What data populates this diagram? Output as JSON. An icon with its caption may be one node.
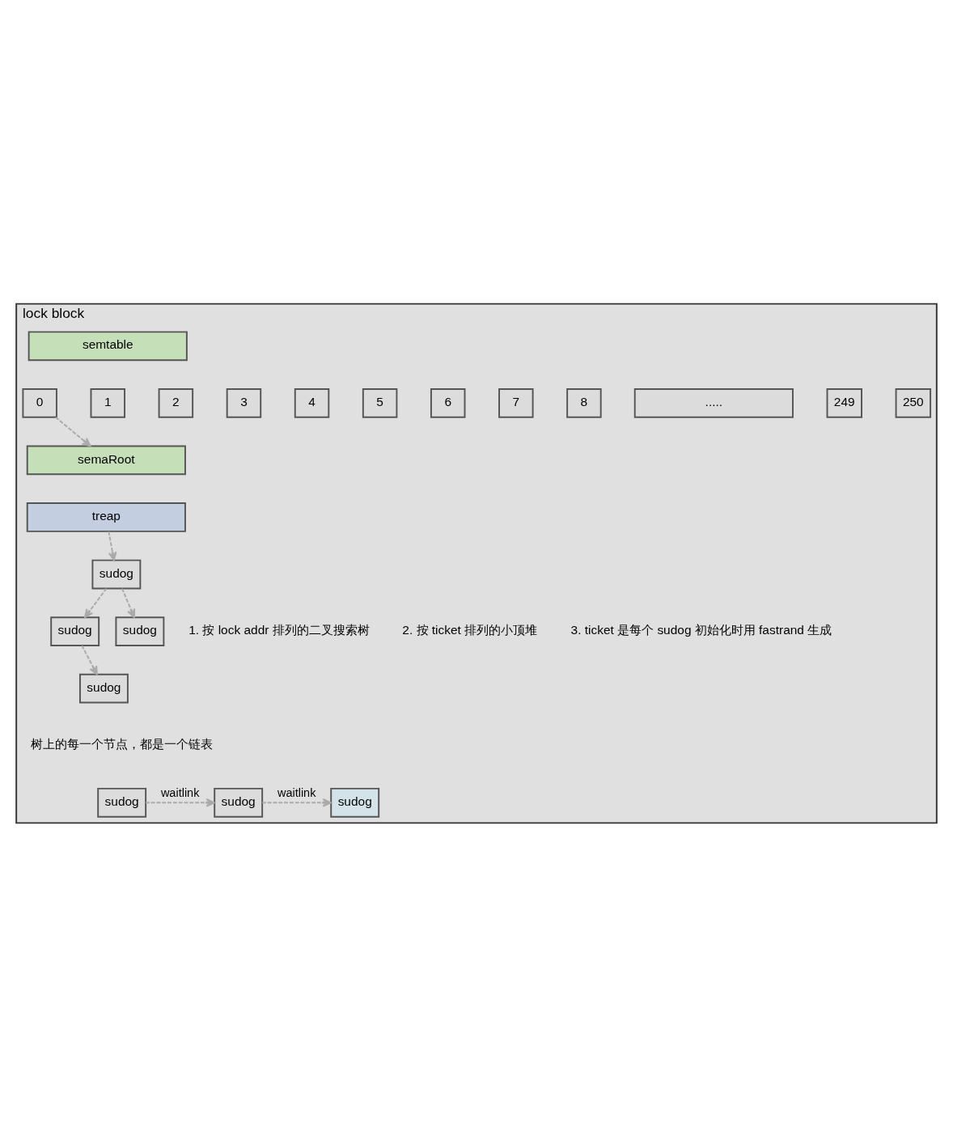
{
  "diagram": {
    "nodes": [
      {
        "text": [
          "lock block"
        ]
      },
      {
        "text": [
          "semtable"
        ],
        "in": 0
      },
      {
        "text": [
          "0"
        ],
        "in": 0
      },
      {
        "text": [
          "1"
        ],
        "in": 0
      },
      {
        "text": [
          "2"
        ],
        "in": 0
      },
      {
        "text": [
          "3"
        ],
        "in": 0
      },
      {
        "text": [
          "4"
        ],
        "in": 0
      },
      {
        "text": [
          "5"
        ],
        "in": 0
      },
      {
        "text": [
          "6"
        ],
        "in": 0
      },
      {
        "text": [
          "7"
        ],
        "in": 0
      },
      {
        "text": [
          "8"
        ],
        "in": 0
      },
      {
        "text": [
          "....."
        ],
        "in": 0
      },
      {
        "text": [
          "249"
        ],
        "in": 0
      },
      {
        "text": [
          "250"
        ],
        "in": 0
      },
      {
        "text": [
          "semaRoot"
        ],
        "in": 0
      },
      {
        "text": [
          "treap"
        ],
        "in": 0
      },
      {
        "text": [
          "sudog"
        ],
        "in": 0
      },
      {
        "text": [
          "sudog"
        ],
        "in": 0
      },
      {
        "text": [
          "sudog"
        ],
        "in": 0
      },
      {
        "text": [
          "sudog"
        ],
        "in": 0
      },
      {
        "text": [
          "sudog"
        ],
        "in": 0
      },
      {
        "text": [
          "sudog"
        ],
        "in": 0
      },
      {
        "text": [
          "sudog"
        ],
        "in": 0
      }
    ],
    "edges": [
      {
        "from": 2,
        "to": 14,
        "arrow": "to",
        "style": "dashed"
      },
      {
        "from": 15,
        "to": 16,
        "arrow": "to",
        "style": "dashed"
      },
      {
        "from": 16,
        "to": 17,
        "arrow": "to",
        "style": "dashed"
      },
      {
        "from": 16,
        "to": 18,
        "arrow": "to",
        "style": "dashed"
      },
      {
        "from": 17,
        "to": 19,
        "arrow": "to",
        "style": "dashed"
      },
      {
        "from": 20,
        "to": 21,
        "arrow": "to",
        "style": "dashed",
        "label": "waitlink"
      },
      {
        "from": 21,
        "to": 22,
        "arrow": "to",
        "style": "dashed",
        "label": "waitlink"
      }
    ],
    "labels": [
      "1. 按 lock addr 排列的二叉搜索树",
      "2. 按 ticket 排列的小顶堆",
      "3. ticket 是每个 sudog 初始化时用 fastrand 生成",
      "树上的每一个节点，都是一个链表"
    ]
  }
}
